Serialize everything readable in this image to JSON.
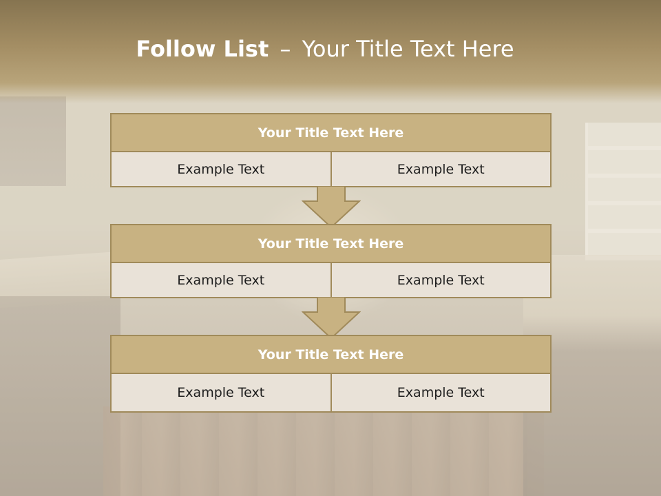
{
  "title": {
    "bold": "Follow List",
    "separator": "–",
    "rest": "Your Title Text Here"
  },
  "blocks": [
    {
      "title": "Your Title Text Here",
      "left": "Example Text",
      "right": "Example Text"
    },
    {
      "title": "Your Title Text Here",
      "left": "Example Text",
      "right": "Example Text"
    },
    {
      "title": "Your Title Text Here",
      "left": "Example Text",
      "right": "Example Text"
    }
  ],
  "colors": {
    "header": "#a48e64",
    "box_title": "#c8b282",
    "box_border": "#a08a5a",
    "box_cell": "#e9e2d8"
  },
  "icons": [
    "down-arrow-icon",
    "down-arrow-icon"
  ]
}
